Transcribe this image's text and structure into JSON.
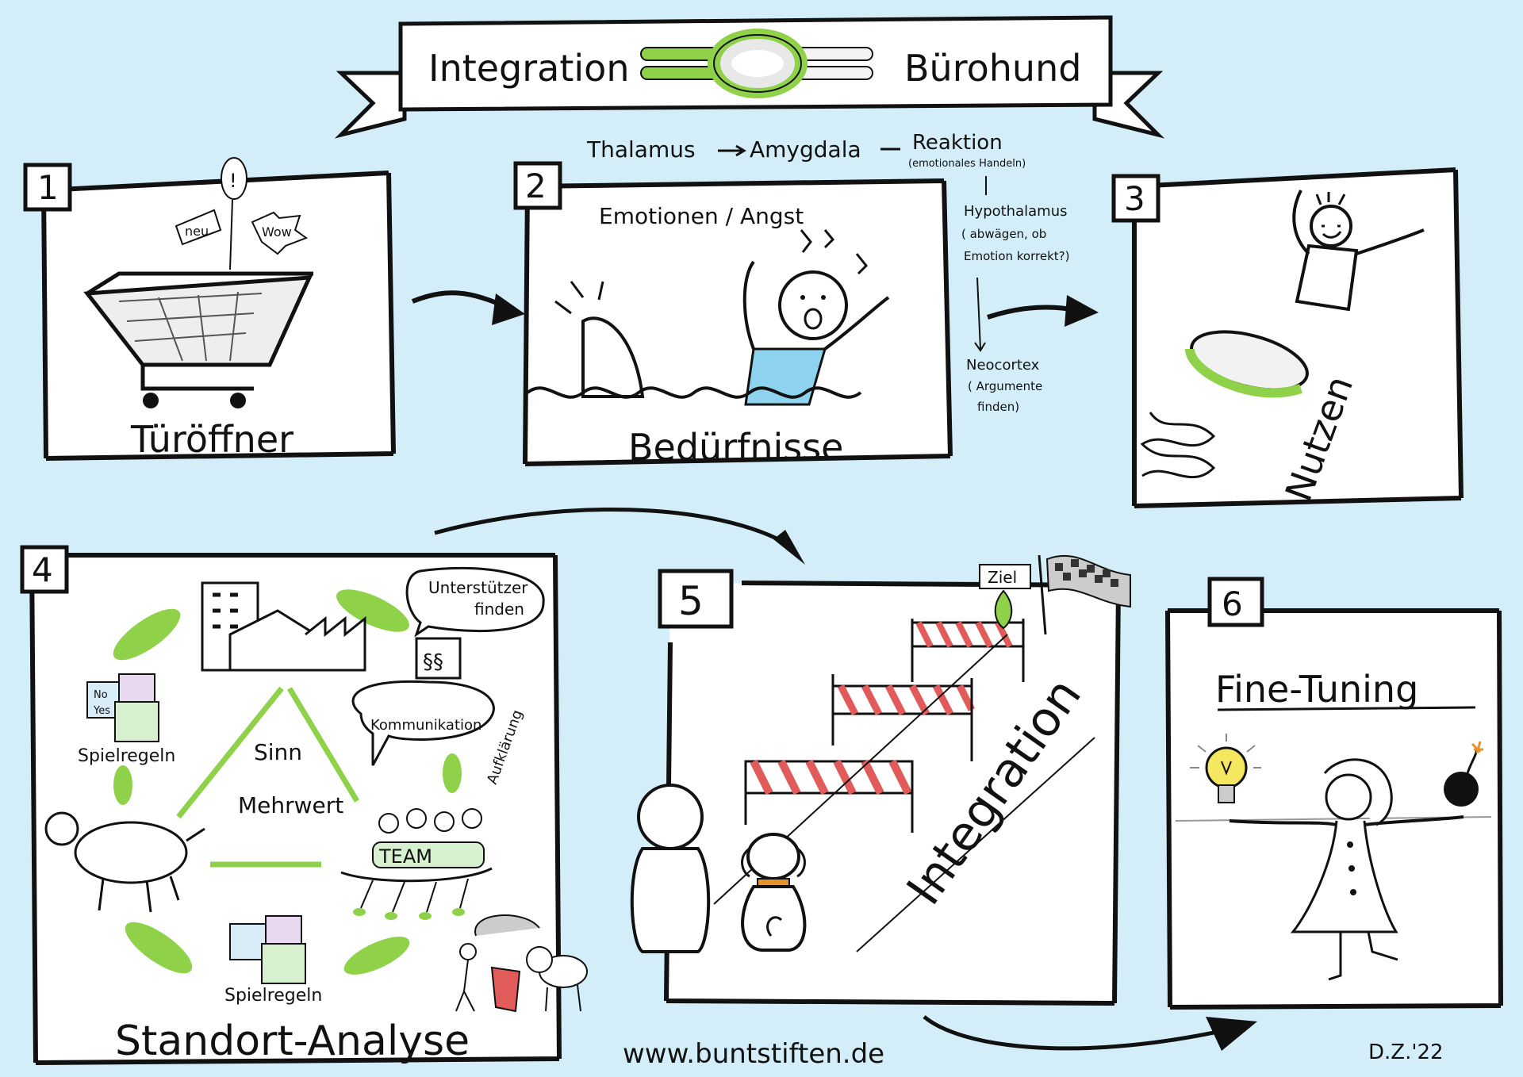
{
  "banner": {
    "left_word": "Integration",
    "right_word": "Bürohund"
  },
  "brain_flow": {
    "thalamus": "Thalamus",
    "amygdala": "Amygdala",
    "reaktion": "Reaktion",
    "reaktion_note": "(emotionales Handeln)",
    "hypothalamus": "Hypothalamus",
    "hypothalamus_note_1": "( abwägen, ob",
    "hypothalamus_note_2": "Emotion korrekt?)",
    "neocortex": "Neocortex",
    "neocortex_note_1": "( Argumente",
    "neocortex_note_2": "finden)"
  },
  "panels": [
    {
      "number": "1",
      "title": "Türöffner",
      "tags": [
        "neu",
        "!",
        "Wow"
      ]
    },
    {
      "number": "2",
      "title": "Bedürfnisse",
      "subtitle": "Emotionen / Angst"
    },
    {
      "number": "3",
      "title": "Nutzen"
    },
    {
      "number": "4",
      "title": "Standort-Analyse",
      "unterstuetzer_1": "Unterstützer",
      "unterstuetzer_2": "finden",
      "paragraphs": "§§",
      "spielregeln_top": "Spielregeln",
      "spielregeln_bottom": "Spielregeln",
      "sinn": "Sinn",
      "mehrwert": "Mehrwert",
      "kommunikation": "Kommunikation",
      "aufklaerung": "Aufklärung",
      "team": "TEAM",
      "dice_no": "No",
      "dice_yes": "Yes"
    },
    {
      "number": "5",
      "title": "Integration",
      "ziel": "Ziel"
    },
    {
      "number": "6",
      "title": "Fine-Tuning"
    }
  ],
  "footer": {
    "url": "www.buntstiften.de",
    "signature": "D.Z.'22"
  },
  "colors": {
    "background": "#d4eef9",
    "ink": "#111111",
    "accent_green": "#8fd24a",
    "water_blue": "#8ed3ee",
    "barrier_red": "#e25b5b",
    "bulb_yellow": "#f5e860",
    "collar_orange": "#e8902a"
  }
}
